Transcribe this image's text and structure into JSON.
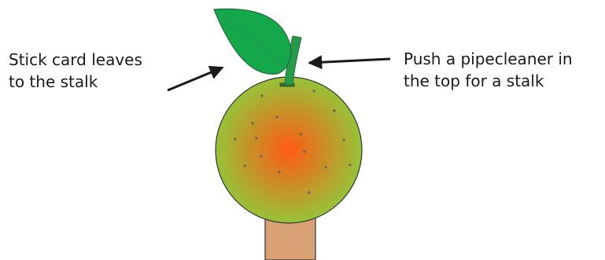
{
  "labels": {
    "leaves_line1": "Stick card leaves",
    "leaves_line2": "to the stalk",
    "stalk_line1": "Push a pipecleaner in",
    "stalk_line2": "the top for a stalk"
  },
  "colors": {
    "leaf": "#14a84a",
    "leaf_vein": "#2f8f63",
    "stalk": "#249a4a",
    "fruit_center": "#ff5a14",
    "fruit_edge": "#8ccd3c",
    "fruit_dots": "#666666",
    "holder": "#d8a274",
    "arrow": "#1a1a1a",
    "text": "#1a1a1a"
  }
}
